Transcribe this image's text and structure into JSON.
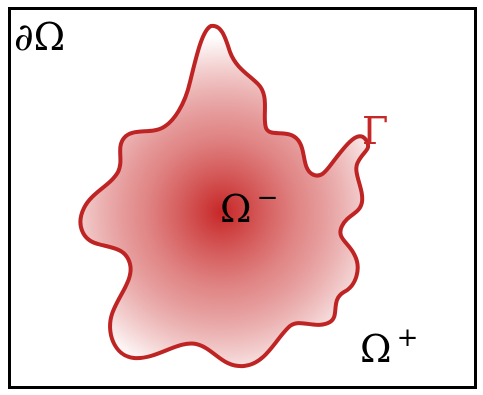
{
  "labels": {
    "boundary": "∂Ω",
    "interface": "Γ",
    "inner_base": "Ω",
    "inner_sign": "−",
    "outer_base": "Ω",
    "outer_sign": "+"
  },
  "colors": {
    "frame": "#000000",
    "interface_stroke": "#bf2424",
    "region_center": "#c41a1a",
    "region_edge": "#ffffff",
    "interface_label": "#c62828",
    "text": "#000000"
  }
}
